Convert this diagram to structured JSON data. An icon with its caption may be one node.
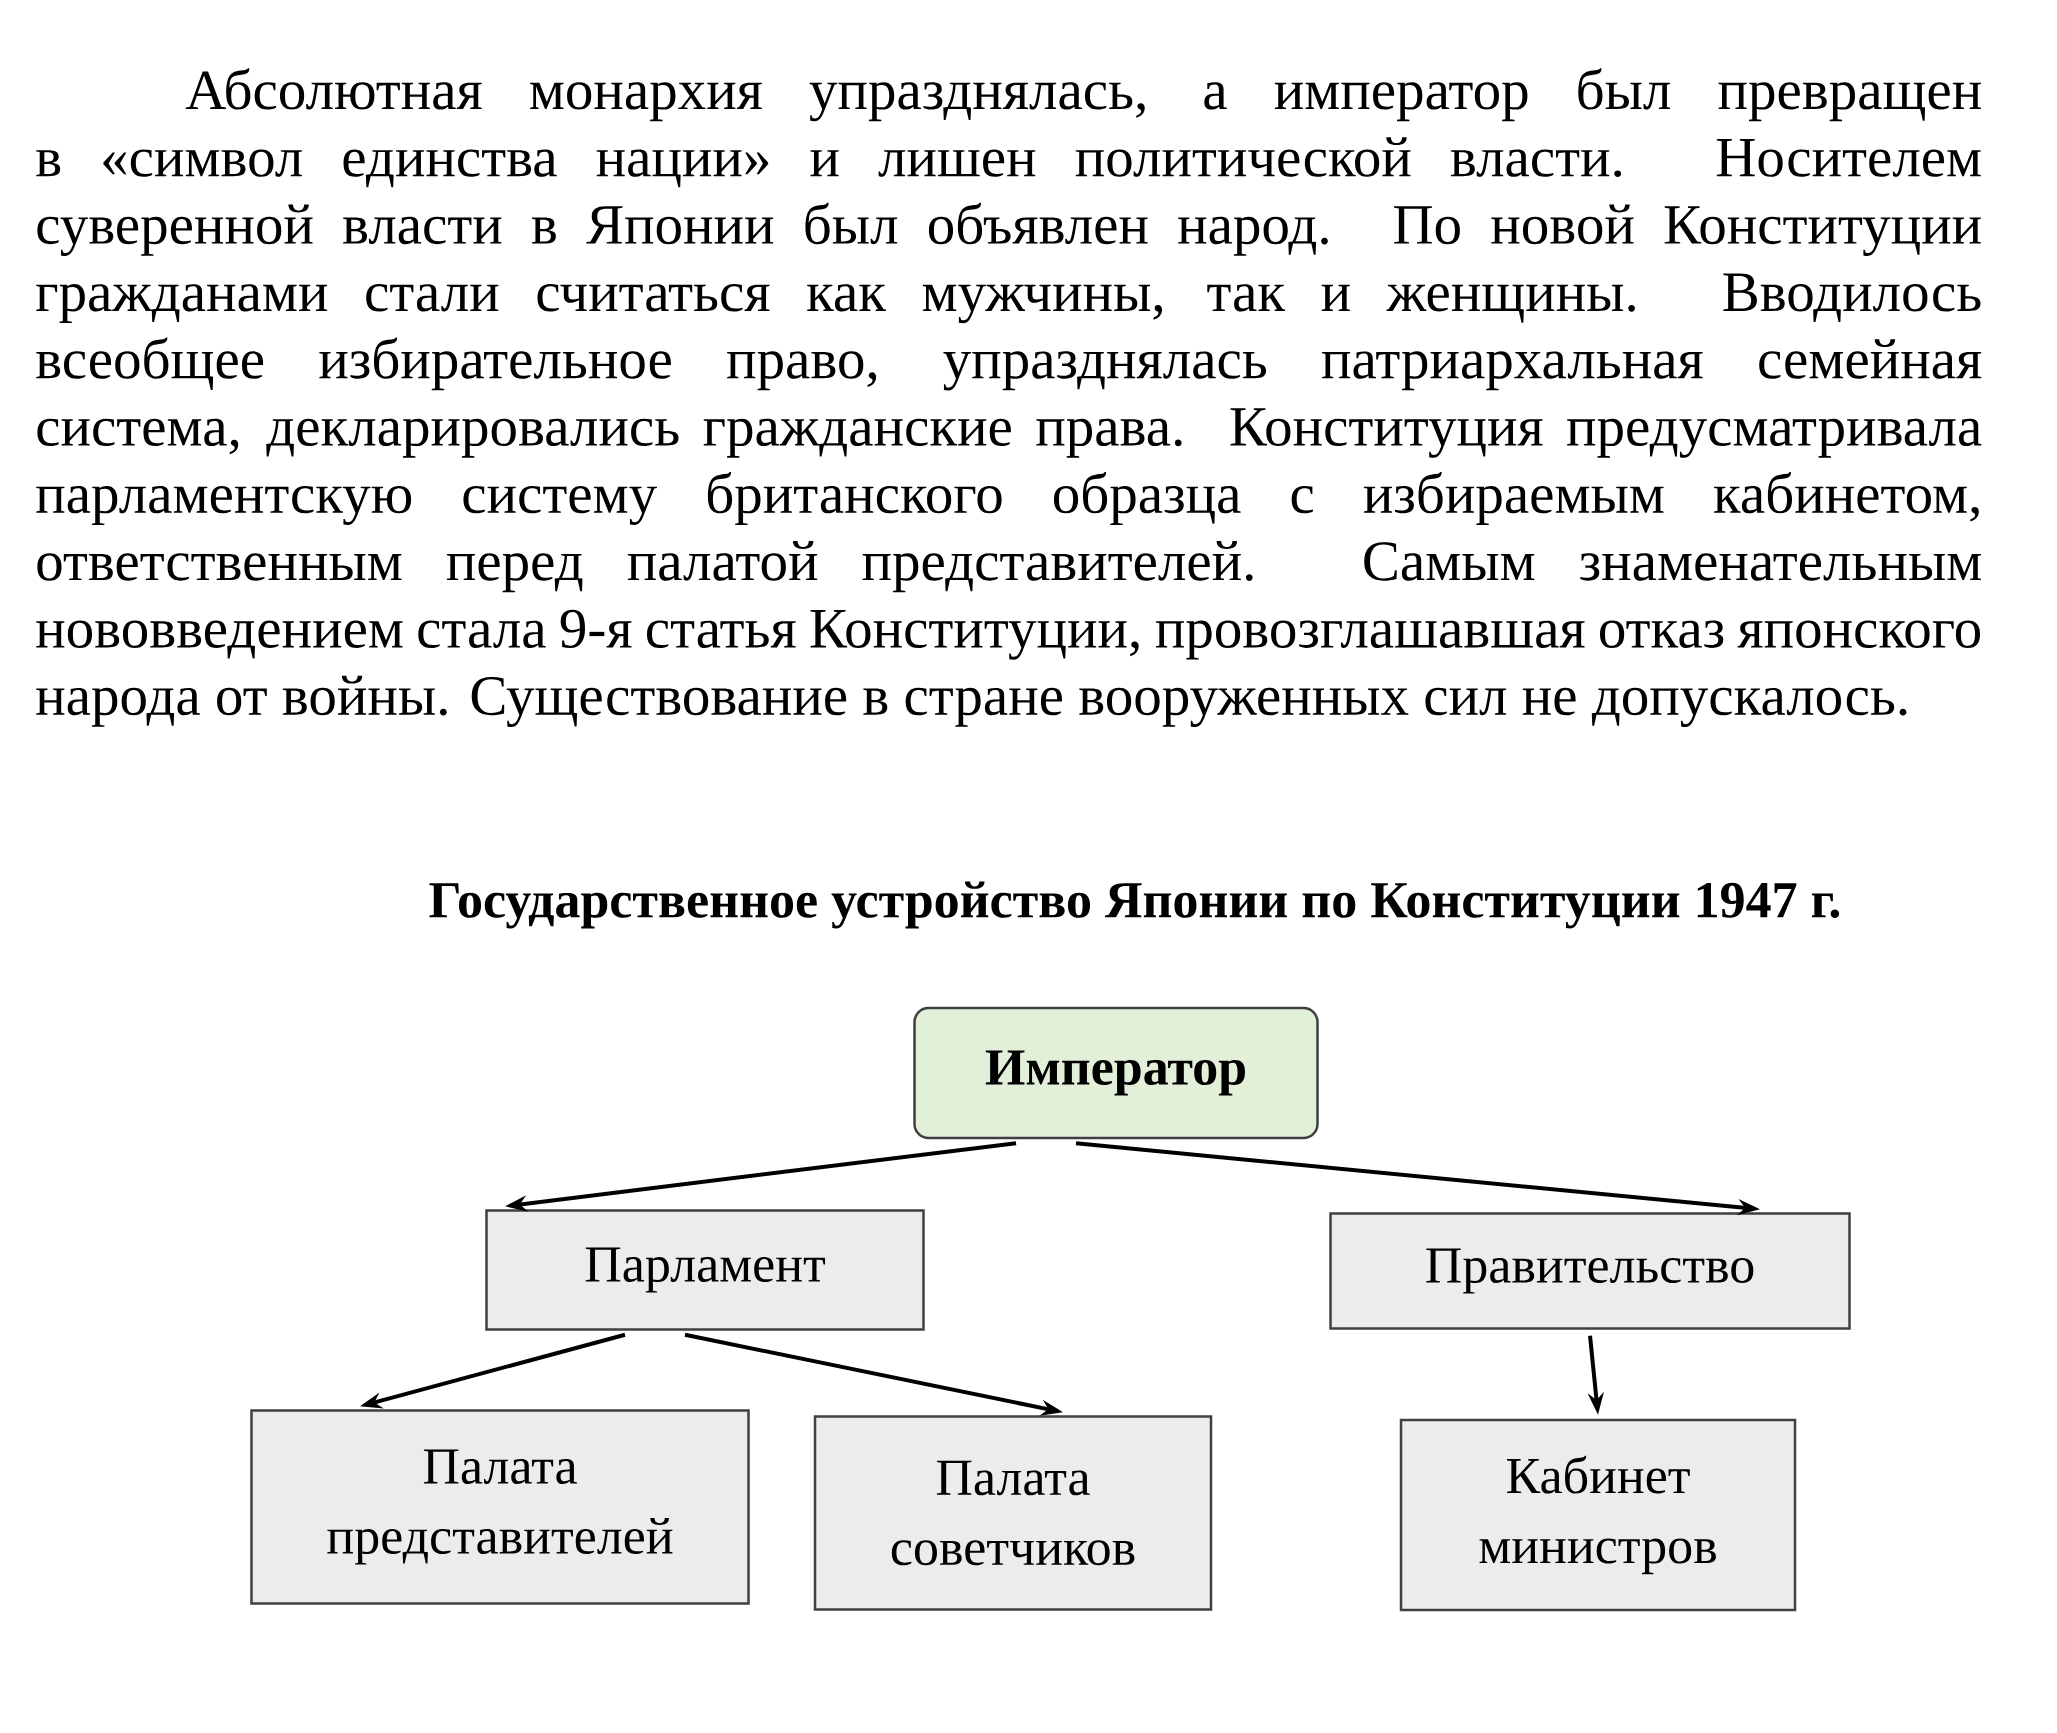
{
  "diagram": {
    "title": "Государственное устройство Японии по Конституции 1947 г.",
    "nodes": [
      {
        "text": [
          "Император"
        ]
      },
      {
        "text": [
          "Парламент"
        ]
      },
      {
        "text": [
          "Правительство"
        ]
      },
      {
        "text": [
          "Палата представителей"
        ]
      },
      {
        "text": [
          "Палата советчиков"
        ]
      },
      {
        "text": [
          "Кабинет министров"
        ]
      }
    ],
    "edges": [
      {
        "from": 0,
        "to": 1,
        "arrow": "to"
      },
      {
        "from": 0,
        "to": 2,
        "arrow": "to"
      },
      {
        "from": 1,
        "to": 3,
        "arrow": "to"
      },
      {
        "from": 1,
        "to": 4,
        "arrow": "to"
      },
      {
        "from": 2,
        "to": 5,
        "arrow": "to"
      }
    ],
    "labels": [
      "Абсолютная монархия упразднялась, а император был превращен в «символ единства нации» и лишен политической власти. Носителем суверенной власти в Японии был объявлен народ. По новой Конституции гражданами стали считаться как мужчины, так и женщины. Вводилось всеобщее избирательное право, упразднялась патриархальная семейная система, декларировались гражданские права. Конституция предусматривала парламентскую систему британского образца с избираемым кабинетом, ответственным перед палатой представителей. Самым знаменательным нововведением стала 9-я статья Конституции, провозглашавшая отказ японского народа от войны. Существование в стране вооруженных сил не допускалось."
    ]
  }
}
